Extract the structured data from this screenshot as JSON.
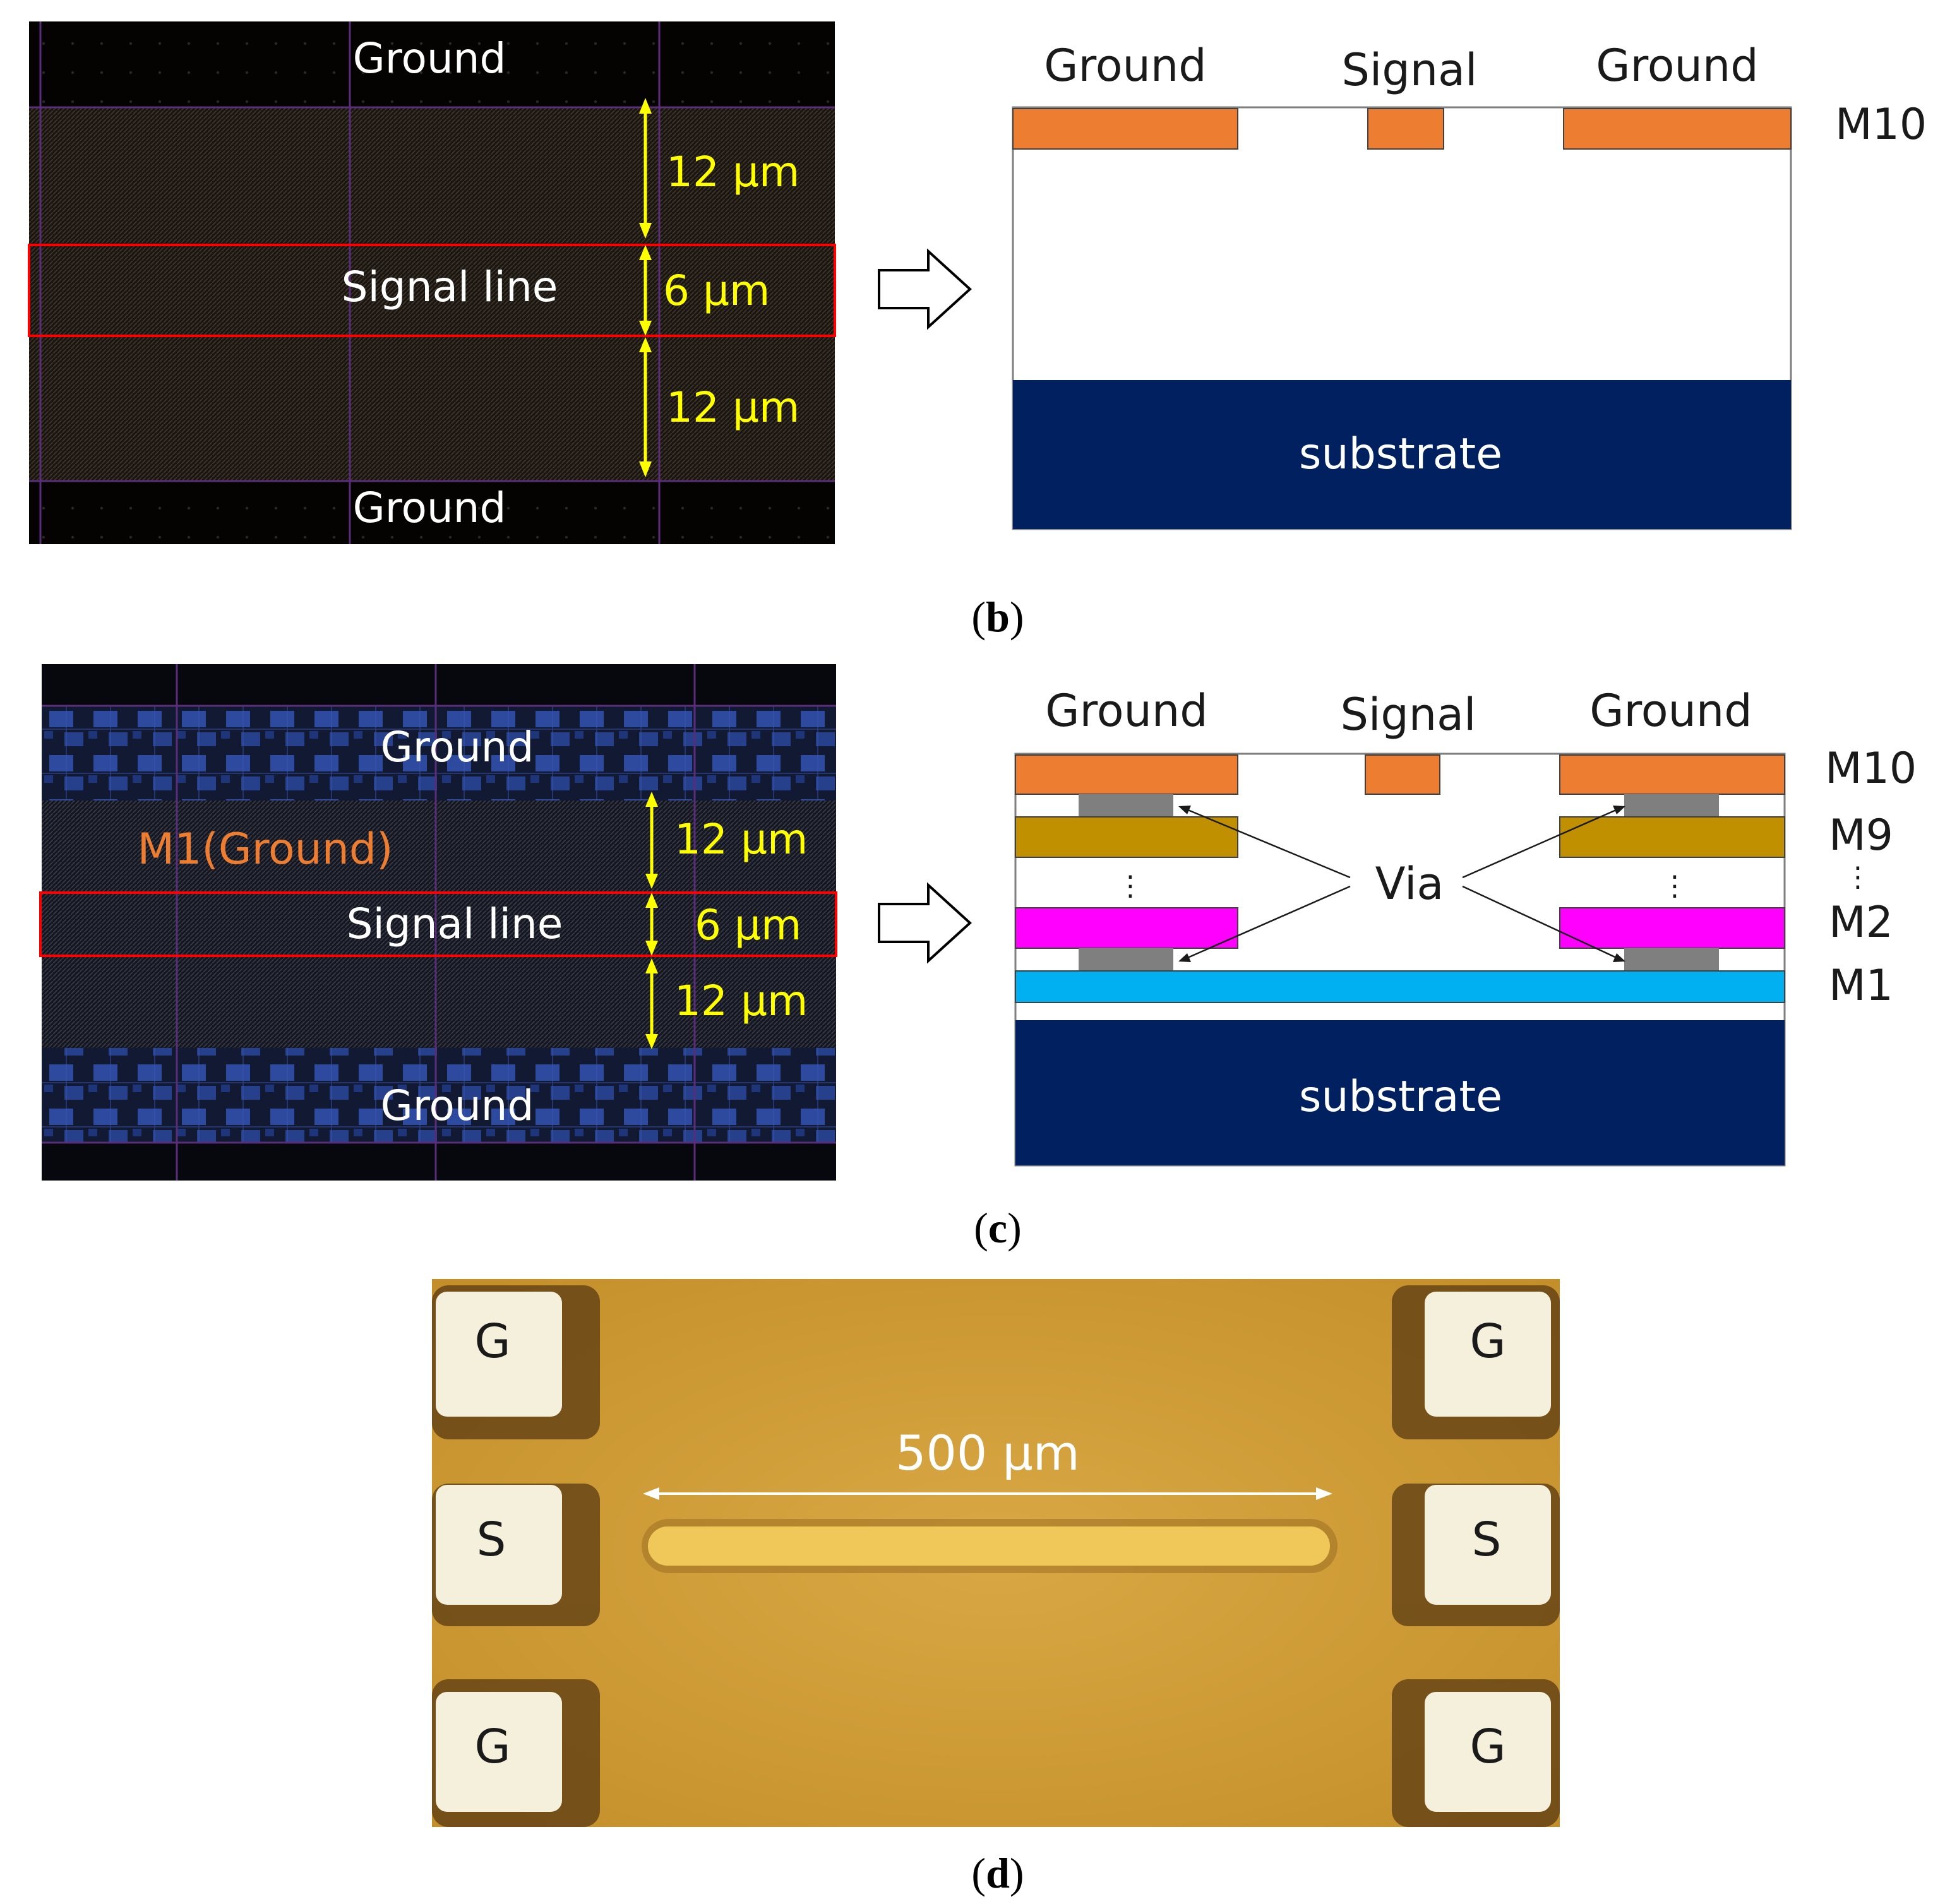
{
  "colors": {
    "layout_bg": "#0b0906",
    "panel_c_bg": "#101524",
    "metal_tile": "#2e4a9e",
    "orange_metal": "#ed7d31",
    "m9_metal": "#c09000",
    "m2_metal": "#ff00ff",
    "m1_metal": "#00b0f0",
    "via": "#7f7f7f",
    "substrate": "#002060",
    "dimension_yellow": "#ffff00",
    "highlight_red": "#ff0000",
    "chip_gold": "#d4a23c",
    "pad_white": "#f4f0dc"
  },
  "panel_b": {
    "caption_letter": "b",
    "layout": {
      "ground_top": "Ground",
      "ground_bottom": "Ground",
      "signal_label": "Signal line",
      "dim_top": "12 μm",
      "dim_mid": "6 μm",
      "dim_bottom": "12 μm"
    },
    "arrow_icon": "right-arrow-outline",
    "cross_section": {
      "label_left": "Ground",
      "label_center": "Signal",
      "label_right": "Ground",
      "layer_label": "M10",
      "substrate_label": "substrate"
    }
  },
  "panel_c": {
    "caption_letter": "c",
    "layout": {
      "ground_top": "Ground",
      "ground_bottom": "Ground",
      "m1_label": "M1(Ground)",
      "signal_label": "Signal line",
      "dim_top": "12 μm",
      "dim_mid": "6 μm",
      "dim_bottom": "12 μm"
    },
    "arrow_icon": "right-arrow-outline",
    "cross_section": {
      "label_left": "Ground",
      "label_center": "Signal",
      "label_right": "Ground",
      "via_label": "Via",
      "layer_labels": [
        "M10",
        "M9",
        "M2",
        "M1"
      ],
      "ellipsis": "⋮",
      "substrate_label": "substrate"
    }
  },
  "panel_d": {
    "caption_letter": "d",
    "pads_left": [
      "G",
      "S",
      "G"
    ],
    "pads_right": [
      "G",
      "S",
      "G"
    ],
    "length_label": "500 μm"
  }
}
